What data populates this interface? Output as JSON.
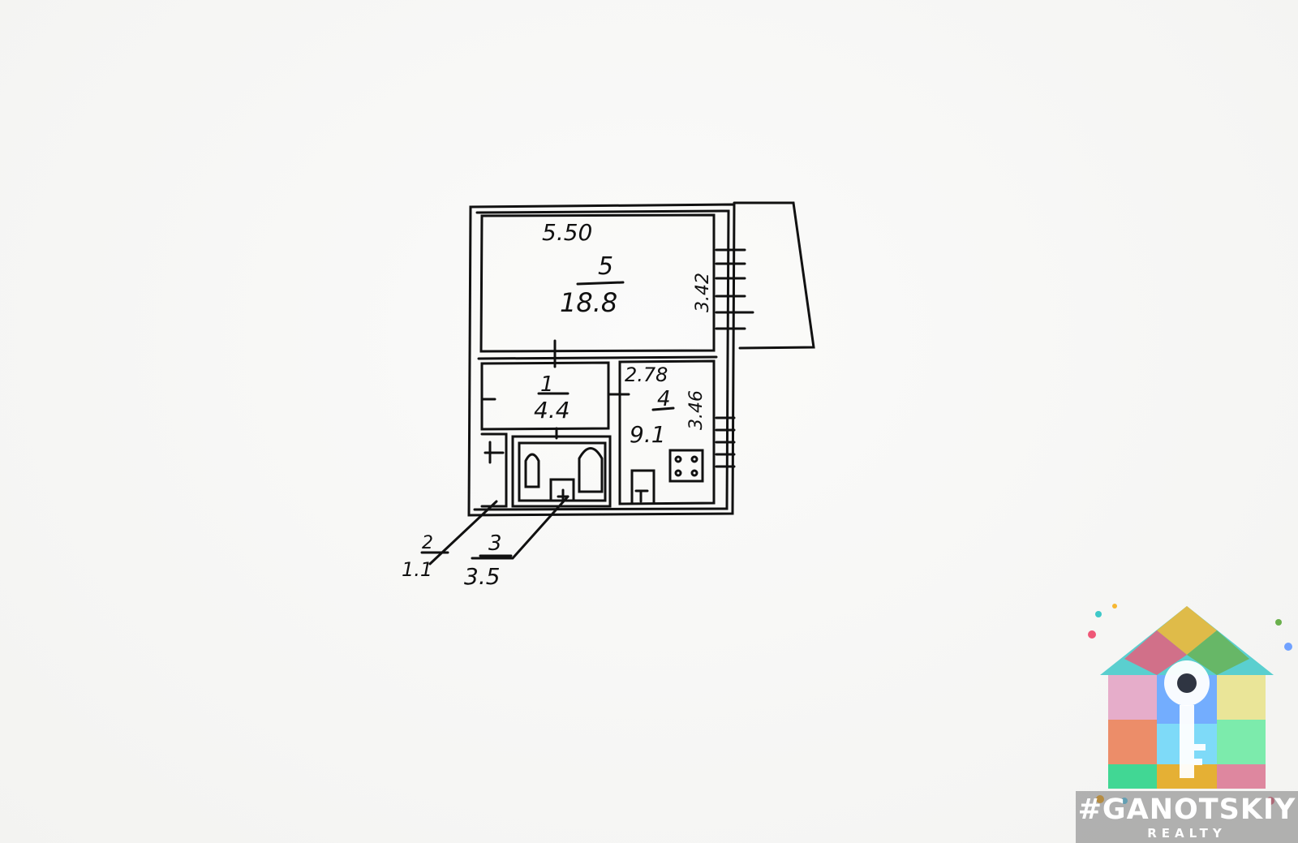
{
  "plan": {
    "rooms": [
      {
        "number": "5",
        "area": "18.8",
        "dimension_top": "5.50",
        "dimension_side": "3.42"
      },
      {
        "number": "1",
        "area": "4.4"
      },
      {
        "number": "4",
        "area": "9.1",
        "dimension_top": "2.78",
        "dimension_side": "3.46"
      },
      {
        "number": "2",
        "area": "1.1"
      },
      {
        "number": "3",
        "area": "3.5"
      }
    ]
  },
  "watermark": {
    "name": "#GANOTSKIY",
    "sub": "REALTY"
  },
  "colors": {
    "ink": "#111111",
    "paper": "#f7f7f5"
  }
}
